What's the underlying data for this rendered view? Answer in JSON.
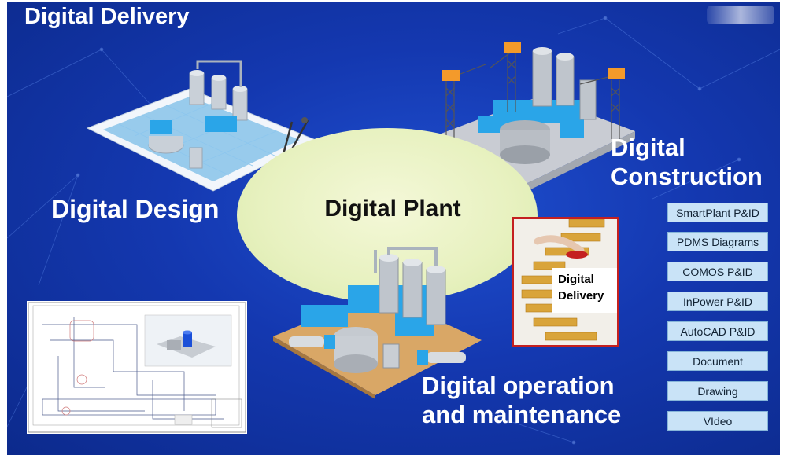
{
  "slide": {
    "title": "Digital Delivery",
    "center_label": "Digital Plant",
    "captions": {
      "design": "Digital Design",
      "construction_line1": "Digital",
      "construction_line2": "Construction",
      "operation_line1": "Digital operation",
      "operation_line2": "and maintenance"
    },
    "delivery_card": {
      "line1": "Digital",
      "line2": "Delivery"
    },
    "formats": [
      "SmartPlant P&ID",
      "PDMS Diagrams",
      "COMOS P&ID",
      "InPower P&ID",
      "AutoCAD P&ID",
      "Document",
      "Drawing",
      "VIdeo"
    ]
  },
  "colors": {
    "background": "#1438b0",
    "ellipse": "#e7f1bf",
    "format_button": "#c9e3f7",
    "card_border": "#c42020",
    "accent_blue": "#2aa5e8"
  },
  "icons": [
    "plant-design-blueprint-icon",
    "construction-cranes-icon",
    "operation-plant-icon",
    "cad-drawing-preview",
    "stairs-photo",
    "compass-icon"
  ]
}
